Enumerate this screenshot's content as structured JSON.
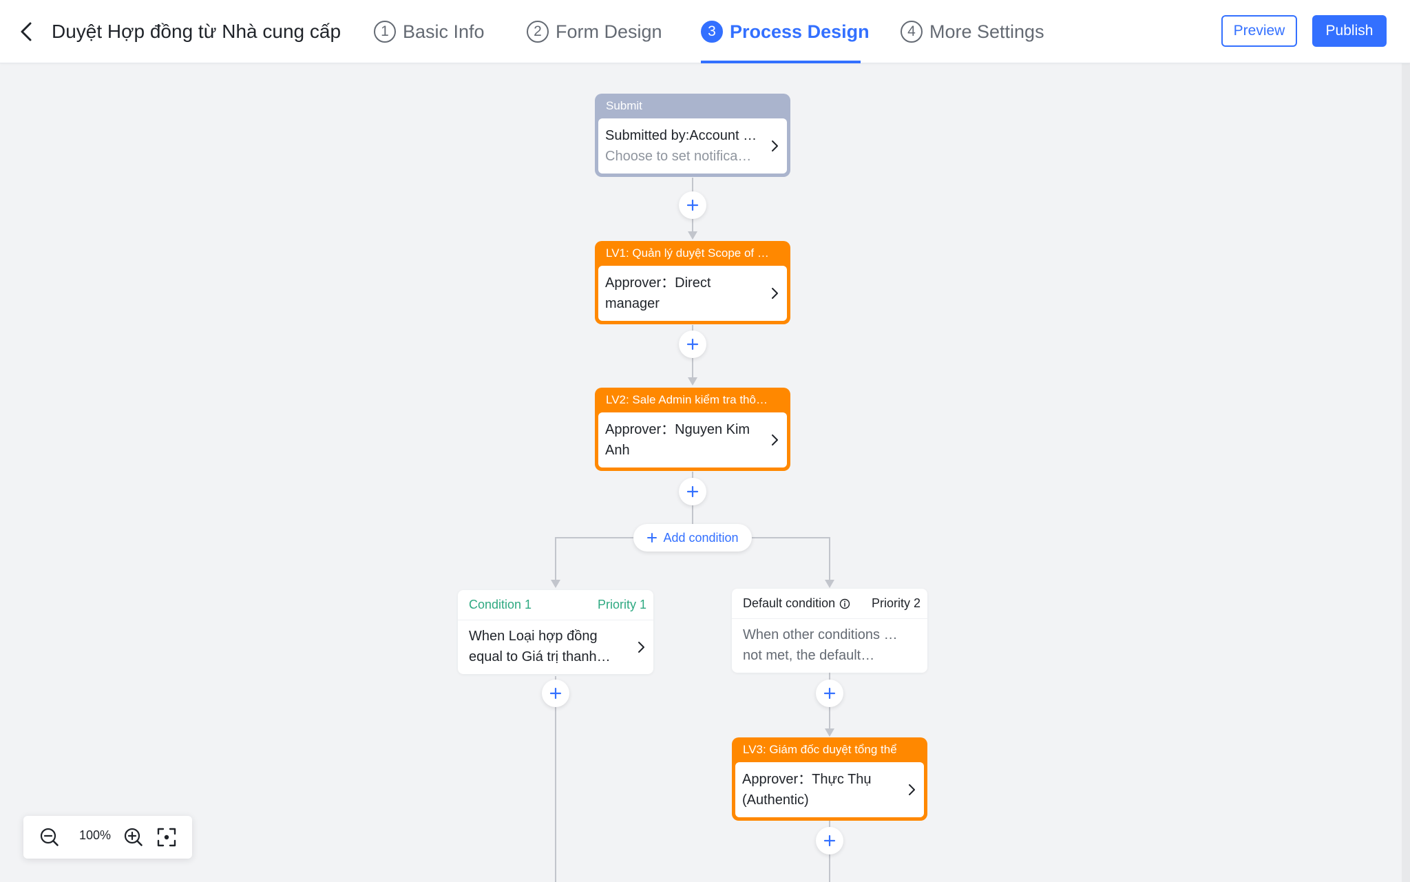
{
  "header": {
    "title": "Duyệt Hợp đồng từ Nhà cung cấp",
    "steps": [
      {
        "num": "1",
        "label": "Basic Info"
      },
      {
        "num": "2",
        "label": "Form Design"
      },
      {
        "num": "3",
        "label": "Process Design",
        "active": true
      },
      {
        "num": "4",
        "label": "More Settings"
      }
    ],
    "preview_label": "Preview",
    "publish_label": "Publish"
  },
  "flow": {
    "submit": {
      "header": "Submit",
      "line1": "Submitted by:Account …",
      "line2": "Choose to set notifica…"
    },
    "lv1": {
      "header": "LV1: Quản lý duyệt Scope of …",
      "line1": "Approver：Direct",
      "line2": "manager"
    },
    "lv2": {
      "header": "LV2: Sale Admin kiểm tra thô…",
      "line1": "Approver：Nguyen Kim",
      "line2": "Anh"
    },
    "add_condition_label": "Add condition",
    "condition1": {
      "name": "Condition 1",
      "priority": "Priority 1",
      "line1": "When Loại hợp đồng",
      "line2": "equal to Giá trị thanh…"
    },
    "default_condition": {
      "name": "Default condition",
      "priority": "Priority 2",
      "line1": "When other conditions are",
      "line2": "not met, the default…"
    },
    "lv3": {
      "header": "LV3: Giám đốc duyệt tổng thể",
      "line1": "Approver：Thực Thụ",
      "line2": "(Authentic)"
    }
  },
  "zoom": {
    "level": "100%"
  },
  "colors": {
    "accent": "#3370ff",
    "approver": "#ff8800",
    "submit": "#aab4cd",
    "condition": "#2ea981",
    "canvas": "#f2f3f5"
  },
  "icons": [
    "back-arrow-icon",
    "chevron-right-icon",
    "plus-icon",
    "info-icon",
    "zoom-out-icon",
    "zoom-in-icon",
    "fit-screen-icon"
  ]
}
